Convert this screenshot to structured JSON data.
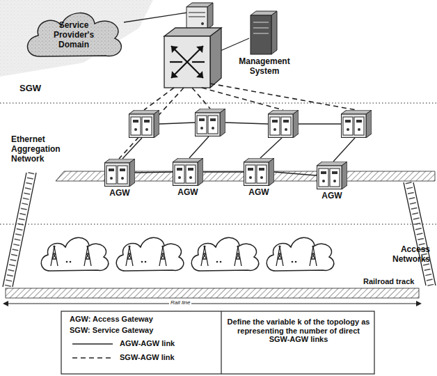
{
  "diagram": {
    "nodes": [
      {
        "text": [
          "Service Provider's Domain"
        ]
      },
      {
        "text": [
          "Management System"
        ]
      },
      {
        "text": [
          "AGW"
        ]
      },
      {
        "text": [
          "AGW"
        ]
      },
      {
        "text": [
          "AGW"
        ]
      },
      {
        "text": [
          "AGW"
        ]
      }
    ],
    "edges": [
      {
        "from": 2,
        "to": 3,
        "arrow": "none"
      },
      {
        "from": 3,
        "to": 4,
        "arrow": "none"
      },
      {
        "from": 4,
        "to": 5,
        "arrow": "none"
      }
    ],
    "labels": [
      "SGW",
      "Ethernet Aggregation Network",
      "Access Networks",
      "Railroad track",
      "Rail line",
      "AGW: Access Gateway",
      "SGW: Service Gateway",
      "Define the variable k of the topology as representing the number of direct SGW-AGW links"
    ],
    "legend": [
      {
        "text": "AGW-AGW link"
      },
      {
        "text": "SGW-AGW link"
      }
    ]
  }
}
